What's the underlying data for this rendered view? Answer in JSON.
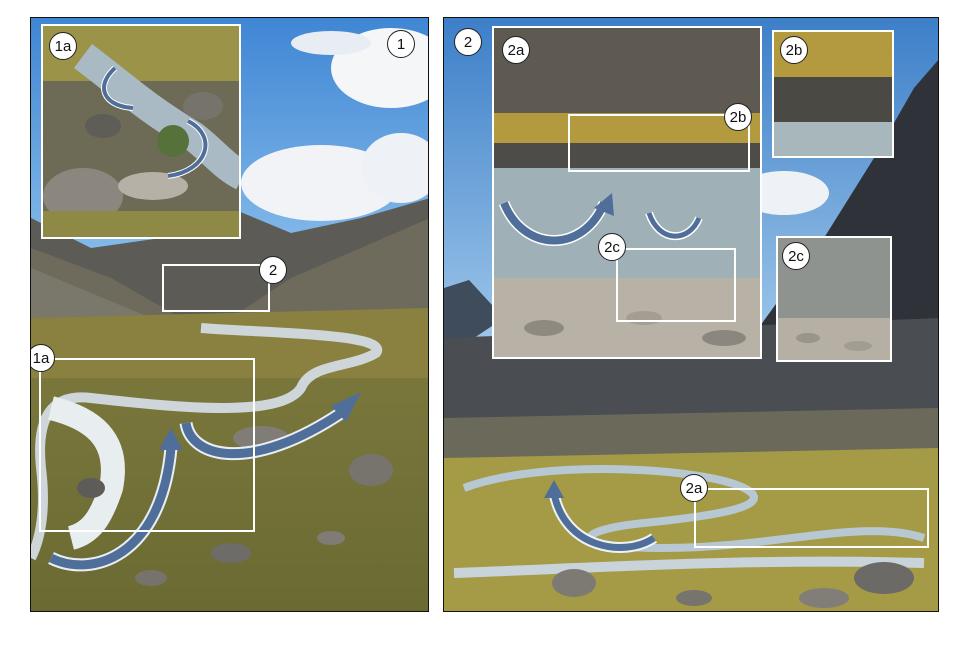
{
  "panels": [
    {
      "label": "1"
    },
    {
      "label": "2"
    }
  ],
  "labels": {
    "p1_inset": "1a",
    "p1_box_a": "1a",
    "p1_box_2": "2",
    "p2_inset_a": "2a",
    "p2_inset_b_on_a": "2b",
    "p2_inset_c_on_a": "2c",
    "p2_inset_b": "2b",
    "p2_inset_c": "2c",
    "p2_box_a": "2a"
  },
  "colors": {
    "sky": "#4a8fd6",
    "cloud": "#f2f4f7",
    "grass": "#8a8a3a",
    "meadow": "#a59a45",
    "rock": "#6c6a66",
    "water": "#9fb3bf",
    "arrow": "#4f6f9a"
  }
}
